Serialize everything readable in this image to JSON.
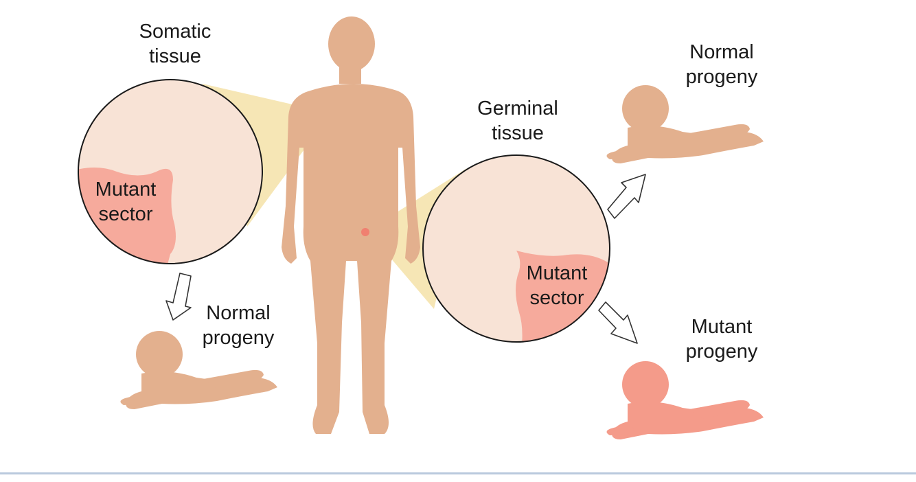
{
  "labels": {
    "somatic_tissue": [
      "Somatic",
      "tissue"
    ],
    "somatic_sector": [
      "Mutant",
      "sector"
    ],
    "somatic_progeny": [
      "Normal",
      "progeny"
    ],
    "germinal_tissue": [
      "Germinal",
      "tissue"
    ],
    "germinal_sector": [
      "Mutant",
      "sector"
    ],
    "normal_progeny": [
      "Normal",
      "progeny"
    ],
    "mutant_progeny": [
      "Mutant",
      "progeny"
    ]
  },
  "colors": {
    "body_skin": "#e3b08e",
    "mutant_skin": "#f49b8a",
    "tissue_fill": "#f8e3d6",
    "mutant_sector": "#f6aa9c",
    "zoom_cone": "#f4e2a8",
    "mutation_spot": "#f08070"
  }
}
